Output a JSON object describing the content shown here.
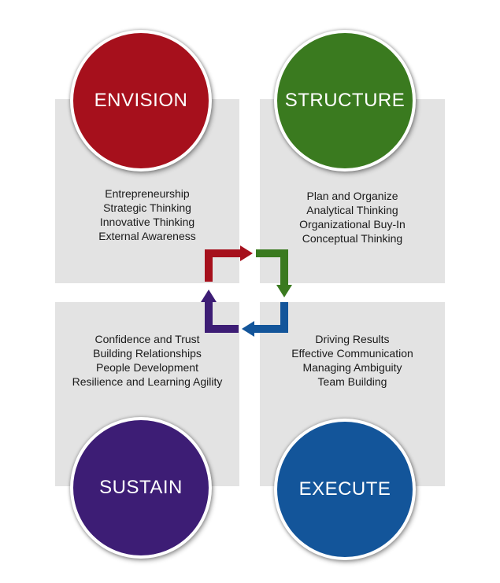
{
  "quadrants": [
    {
      "key": "envision",
      "title": "ENVISION",
      "color": "#a6101c",
      "skills": [
        "Entrepreneurship",
        "Strategic Thinking",
        "Innovative Thinking",
        "External Awareness"
      ]
    },
    {
      "key": "structure",
      "title": "STRUCTURE",
      "color": "#3a7a1f",
      "skills": [
        "Plan and Organize",
        "Analytical Thinking",
        "Organizational Buy-In",
        "Conceptual Thinking"
      ]
    },
    {
      "key": "sustain",
      "title": "SUSTAIN",
      "color": "#3d1d75",
      "skills": [
        "Confidence and Trust",
        "Building Relationships",
        "People Development",
        "Resilience and Learning Agility"
      ]
    },
    {
      "key": "execute",
      "title": "EXECUTE",
      "color": "#13559a",
      "skills": [
        "Driving Results",
        "Effective Communication",
        "Managing Ambiguity",
        "Team Building"
      ]
    }
  ],
  "cycle_arrow_colors": {
    "top": "#a6101c",
    "right": "#3a7a1f",
    "bottom": "#13559a",
    "left": "#3d1d75"
  }
}
